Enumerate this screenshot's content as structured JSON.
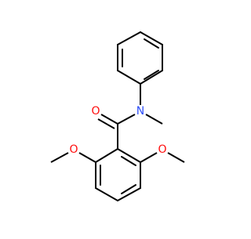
{
  "molecule": {
    "atom_labels": {
      "carbonyl_oxygen": "O",
      "amide_nitrogen": "N",
      "methoxy_oxygen_left": "O",
      "methoxy_oxygen_right": "O"
    },
    "colors": {
      "bond": "#000000",
      "oxygen": "#ff0d0d",
      "nitrogen": "#3050f8",
      "background": "#ffffff"
    }
  }
}
